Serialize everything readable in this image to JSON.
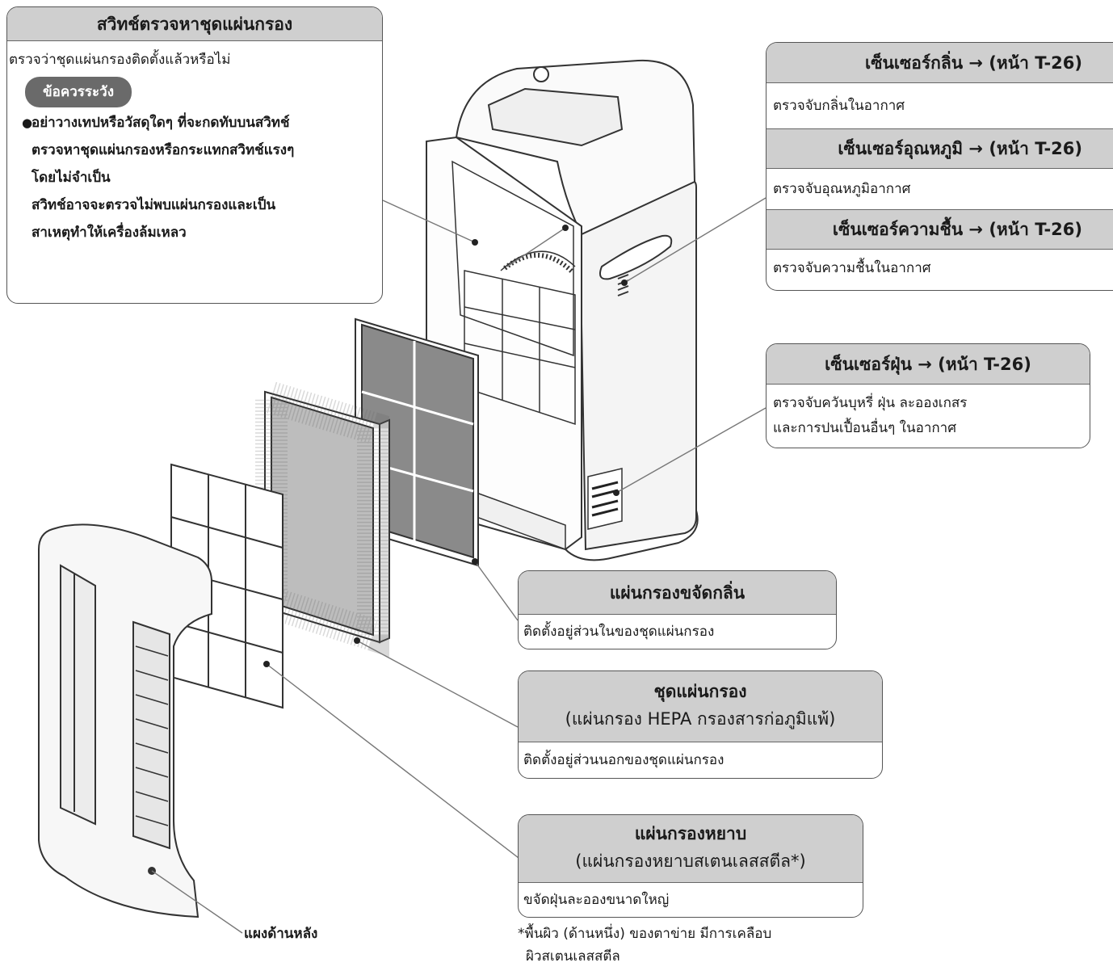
{
  "colors": {
    "header_fill": "#cfcfcf",
    "border": "#555555",
    "pill": "#6a6a6a",
    "leader": "#777777"
  },
  "filter_switch": {
    "title": "สวิทช์ตรวจหาชุดแผ่นกรอง",
    "description": "ตรวจว่าชุดแผ่นกรองติดตั้งแล้วหรือไม่",
    "caution_label": "ข้อควรระวัง",
    "bullet": "●",
    "caution_lines": [
      "อย่าวางเทปหรือวัสดุใดๆ ที่จะกดทับบนสวิทช์",
      "ตรวจหาชุดแผ่นกรองหรือกระแทกสวิทช์แรงๆ",
      "โดยไม่จำเป็น",
      "สวิทช์อาจจะตรวจไม่พบแผ่นกรองและเป็น",
      "สาเหตุทำให้เครื่องล้มเหลว"
    ]
  },
  "sensors": {
    "odor": {
      "title": "เซ็นเซอร์กลิ่น → (หน้า T-26)",
      "desc": "ตรวจจับกลิ่นในอากาศ"
    },
    "temperature": {
      "title": "เซ็นเซอร์อุณหภูมิ → (หน้า T-26)",
      "desc": "ตรวจจับอุณหภูมิอากาศ"
    },
    "humidity": {
      "title": "เซ็นเซอร์ความชื้น → (หน้า T-26)",
      "desc": "ตรวจจับความชื้นในอากาศ"
    }
  },
  "dust_sensor": {
    "title": "เซ็นเซอร์ฝุ่น → (หน้า T-26)",
    "desc_lines": [
      "ตรวจจับควันบุหรี่ ฝุ่น ละอองเกสร",
      "และการปนเปื้อนอื่นๆ ในอากาศ"
    ]
  },
  "deodorizing_filter": {
    "title": "แผ่นกรองขจัดกลิ่น",
    "desc": "ติดตั้งอยู่ส่วนในของชุดแผ่นกรอง"
  },
  "filter_set": {
    "title": "ชุดแผ่นกรอง",
    "subtitle": "(แผ่นกรอง HEPA กรองสารก่อภูมิแพ้)",
    "desc": "ติดตั้งอยู่ส่วนนอกของชุดแผ่นกรอง"
  },
  "pre_filter": {
    "title": "แผ่นกรองหยาบ",
    "subtitle": "(แผ่นกรองหยาบสเตนเลสสตีล*)",
    "desc": "ขจัดฝุ่นละอองขนาดใหญ่"
  },
  "back_panel_label": "แผงด้านหลัง",
  "footnote_lines": [
    "*พื้นผิว (ด้านหนึ่ง) ของตาข่าย มีการเคลือบ",
    "ผิวสเตนเลสสตีล"
  ]
}
